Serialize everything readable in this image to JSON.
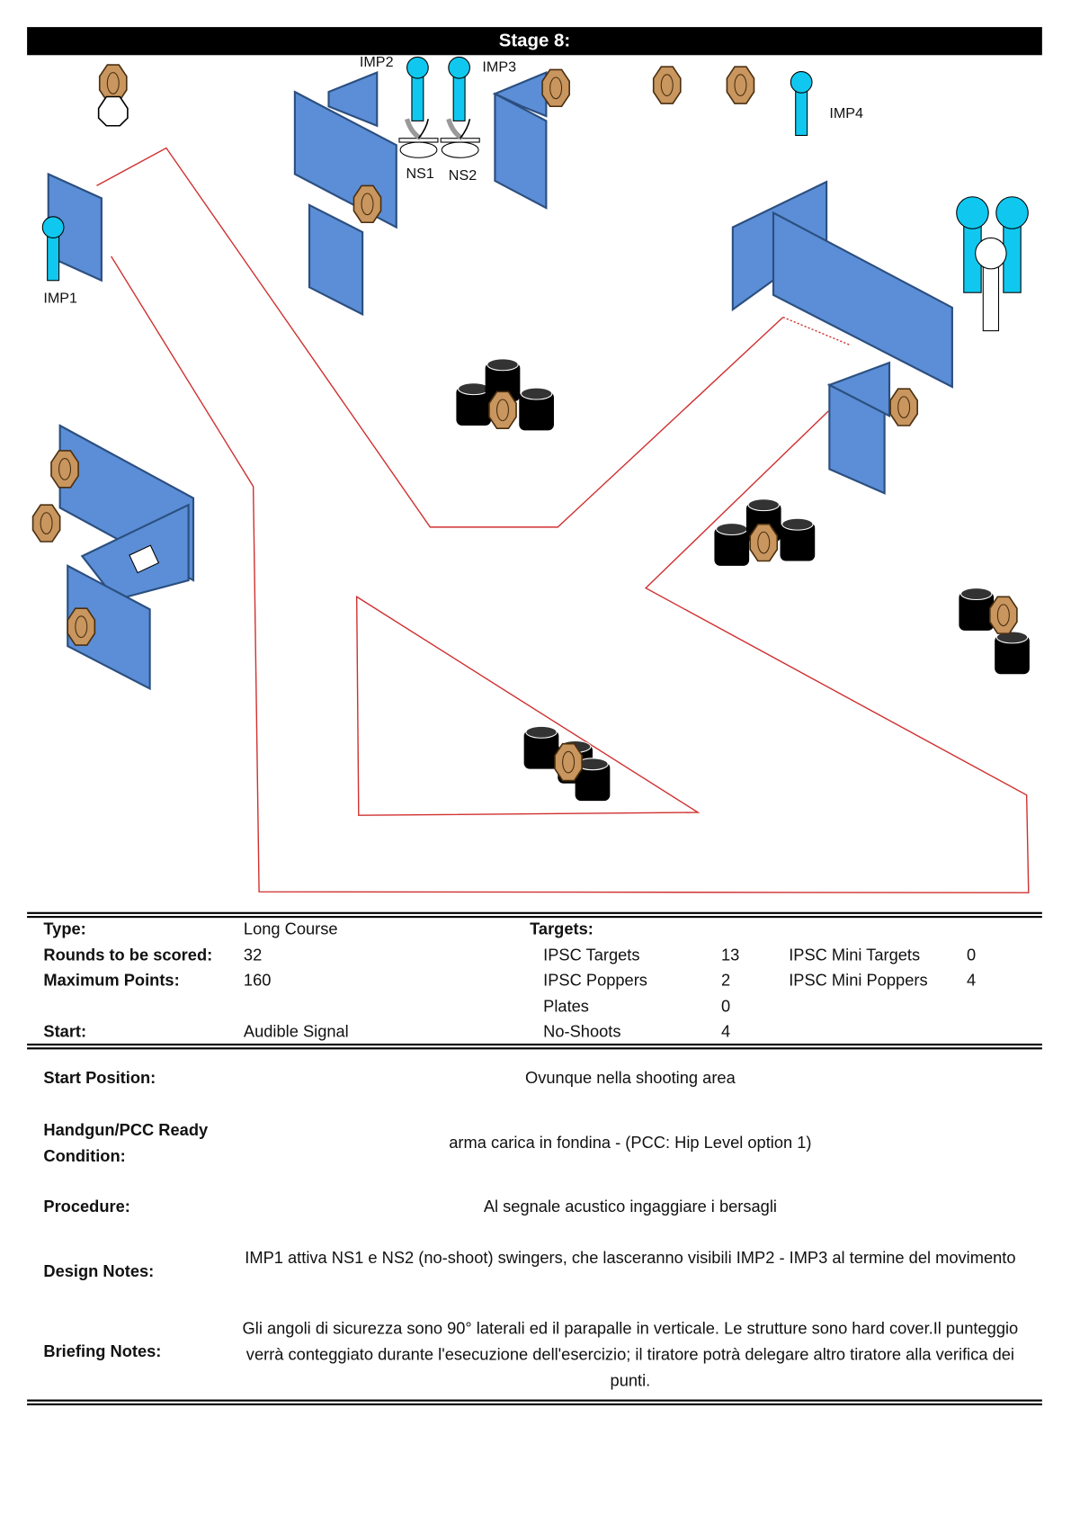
{
  "title": "Stage 8:",
  "diagram_labels": {
    "imp1": "IMP1",
    "imp2": "IMP2",
    "imp3": "IMP3",
    "imp4": "IMP4",
    "ns1": "NS1",
    "ns2": "NS2"
  },
  "summary": {
    "type_label": "Type:",
    "type_value": "Long Course",
    "rounds_label": "Rounds to be scored:",
    "rounds_value": "32",
    "max_label": "Maximum Points:",
    "max_value": "160",
    "start_label": "Start:",
    "start_value": "Audible Signal",
    "targets_label": "Targets:",
    "targets": [
      {
        "label": "IPSC Targets",
        "value": "13"
      },
      {
        "label": "IPSC Poppers",
        "value": "2"
      },
      {
        "label": "Plates",
        "value": "0"
      },
      {
        "label": "No-Shoots",
        "value": "4"
      },
      {
        "label": "IPSC Mini Targets",
        "value": "0"
      },
      {
        "label": "IPSC Mini Poppers",
        "value": "4"
      }
    ]
  },
  "details": {
    "start_position_label": "Start Position:",
    "start_position": "Ovunque nella shooting area",
    "ready_label": "Handgun/PCC Ready Condition:",
    "ready": "arma carica in fondina - (PCC: Hip Level option 1)",
    "procedure_label": "Procedure:",
    "procedure": "Al segnale acustico ingaggiare i bersagli",
    "design_label": "Design Notes:",
    "design": "IMP1 attiva NS1 e NS2 (no-shoot) swingers, che lasceranno visibili IMP2 - IMP3 al termine del movimento",
    "briefing_label": "Briefing Notes:",
    "briefing": "Gli angoli di sicurezza sono 90° laterali ed il parapalle in verticale. Le strutture sono hard cover.Il punteggio verrà conteggiato durante l'esecuzione dell'esercizio; il tiratore potrà delegare altro tiratore alla verifica  dei punti."
  },
  "colors": {
    "wall": "#5b8ed6",
    "target": "#c8965e",
    "popper": "#10c8ef",
    "fault_line": "#d03030"
  }
}
